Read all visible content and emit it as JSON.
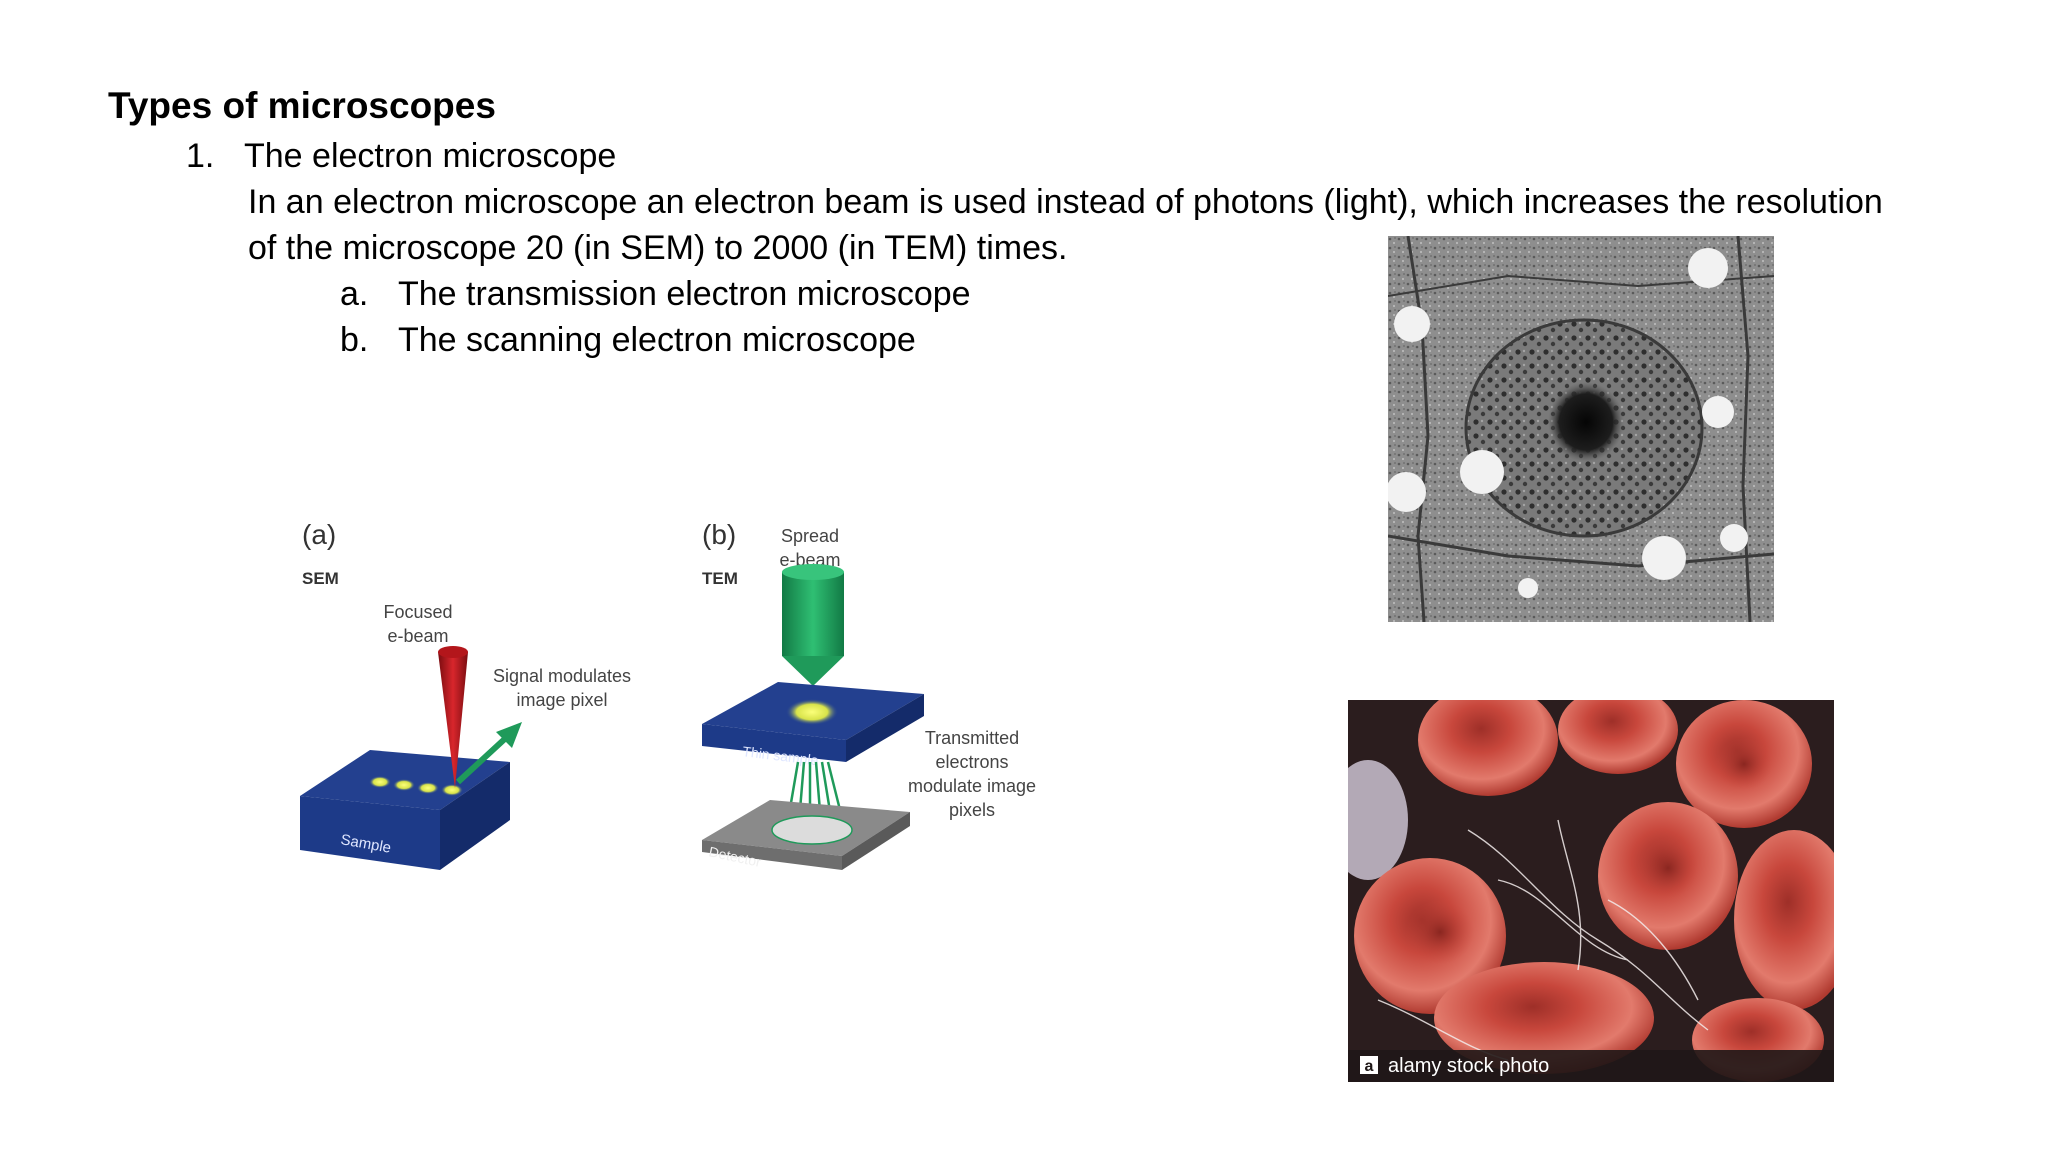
{
  "title": "Types of microscopes",
  "list": {
    "item1_number": "1.",
    "item1_text": "The electron microscope",
    "paragraph_line1": "In an electron microscope an electron beam is used instead of photons (light), which increases the resolution",
    "paragraph_line2": "of the microscope 20 (in SEM) to 2000  (in TEM) times.",
    "sub_a_letter": "a.",
    "sub_a_text": "The transmission electron microscope",
    "sub_b_letter": "b.",
    "sub_b_text": "The scanning electron microscope"
  },
  "diagram": {
    "panel_a_label": "(a)",
    "panel_a_sub": "SEM",
    "focused_line1": "Focused",
    "focused_line2": "e-beam",
    "signal_line1": "Signal modulates",
    "signal_line2": "image pixel",
    "sample_label": "Sample",
    "panel_b_label": "(b)",
    "panel_b_sub": "TEM",
    "spread_line1": "Spread",
    "spread_line2": "e-beam",
    "thin_sample_label": "Thin sample",
    "transmitted_line1": "Transmitted",
    "transmitted_line2": "electrons",
    "transmitted_line3": "modulate image",
    "transmitted_line4": "pixels",
    "detector_label": "Detector"
  },
  "sem_photo": {
    "watermark_logo": "a",
    "watermark_text": "alamy stock photo"
  },
  "colors": {
    "beam_red": "#b3161b",
    "sample_blue": "#1f3d8f",
    "arrow_green": "#1f9a5a",
    "blood_cell_red": "#c8473c"
  }
}
